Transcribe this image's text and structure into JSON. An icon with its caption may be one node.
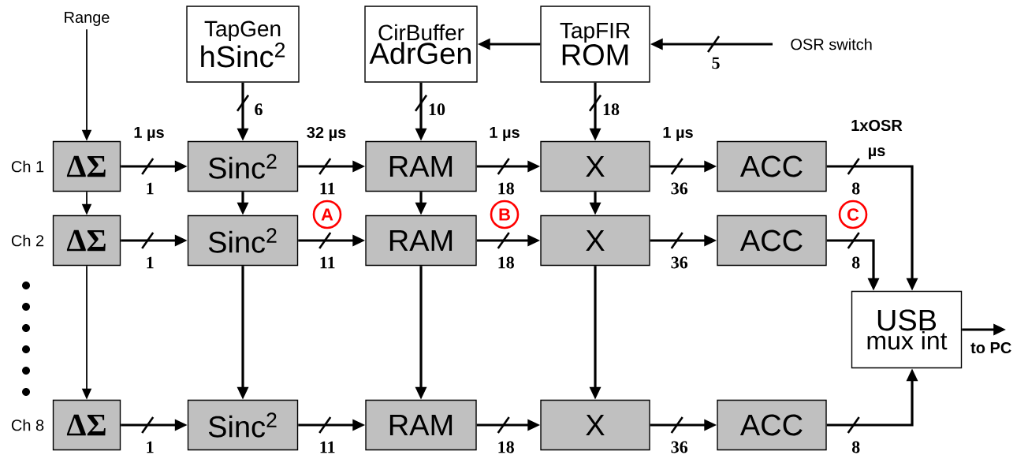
{
  "diagram": {
    "nodes": [
      {
        "text": [
          "Range"
        ]
      },
      {
        "text": [
          "TapGen",
          "hSinc$^{2}$"
        ]
      },
      {
        "text": [
          "CirBuffer",
          "AdrGen"
        ]
      },
      {
        "text": [
          "TapFIR",
          "ROM"
        ]
      },
      {
        "text": [
          "OSR switch"
        ]
      },
      {
        "text": [
          "ΔΣ"
        ]
      },
      {
        "text": [
          "Sinc$^{2}$"
        ]
      },
      {
        "text": [
          "RAM"
        ]
      },
      {
        "text": [
          "X"
        ]
      },
      {
        "text": [
          "ACC"
        ]
      },
      {
        "text": [
          "ΔΣ"
        ]
      },
      {
        "text": [
          "Sinc$^{2}$"
        ]
      },
      {
        "text": [
          "RAM"
        ]
      },
      {
        "text": [
          "X"
        ]
      },
      {
        "text": [
          "ACC"
        ]
      },
      {
        "text": [
          "ΔΣ"
        ]
      },
      {
        "text": [
          "Sinc$^{2}$"
        ]
      },
      {
        "text": [
          "RAM"
        ]
      },
      {
        "text": [
          "X"
        ]
      },
      {
        "text": [
          "ACC"
        ]
      },
      {
        "text": [
          "USB",
          "mux int"
        ]
      }
    ],
    "edges": [
      {
        "from": 0,
        "to": 5,
        "arrow": "to"
      },
      {
        "from": 1,
        "to": 6,
        "arrow": "to",
        "label": "6"
      },
      {
        "from": 2,
        "to": 7,
        "arrow": "to",
        "label": "10"
      },
      {
        "from": 3,
        "to": 8,
        "arrow": "to",
        "label": "18"
      },
      {
        "from": 3,
        "to": 2,
        "arrow": "to"
      },
      {
        "from": 4,
        "to": 3,
        "arrow": "to",
        "label": "5"
      },
      {
        "from": 5,
        "to": 6,
        "arrow": "to",
        "label": "1"
      },
      {
        "from": 6,
        "to": 7,
        "arrow": "to",
        "label": "11"
      },
      {
        "from": 7,
        "to": 8,
        "arrow": "to",
        "label": "18"
      },
      {
        "from": 8,
        "to": 9,
        "arrow": "to",
        "label": "36"
      },
      {
        "from": 9,
        "to": 20,
        "arrow": "to",
        "label": "8"
      },
      {
        "from": 5,
        "to": 10,
        "arrow": "to"
      },
      {
        "from": 6,
        "to": 11,
        "arrow": "to"
      },
      {
        "from": 7,
        "to": 12,
        "arrow": "to"
      },
      {
        "from": 8,
        "to": 13,
        "arrow": "to"
      },
      {
        "from": 10,
        "to": 11,
        "arrow": "to",
        "label": "1"
      },
      {
        "from": 11,
        "to": 12,
        "arrow": "to",
        "label": "11"
      },
      {
        "from": 12,
        "to": 13,
        "arrow": "to",
        "label": "18"
      },
      {
        "from": 13,
        "to": 14,
        "arrow": "to",
        "label": "36"
      },
      {
        "from": 14,
        "to": 20,
        "arrow": "to",
        "label": "8"
      },
      {
        "from": 10,
        "to": 15,
        "arrow": "to"
      },
      {
        "from": 11,
        "to": 16,
        "arrow": "to"
      },
      {
        "from": 12,
        "to": 17,
        "arrow": "to"
      },
      {
        "from": 13,
        "to": 18,
        "arrow": "to"
      },
      {
        "from": 15,
        "to": 16,
        "arrow": "to",
        "label": "1"
      },
      {
        "from": 16,
        "to": 17,
        "arrow": "to",
        "label": "11"
      },
      {
        "from": 17,
        "to": 18,
        "arrow": "to",
        "label": "18"
      },
      {
        "from": 18,
        "to": 19,
        "arrow": "to",
        "label": "36"
      },
      {
        "from": 19,
        "to": 20,
        "arrow": "to",
        "label": "8"
      },
      {
        "from": 20,
        "to": null,
        "arrow": "to",
        "label": "to PC"
      }
    ],
    "labels": [
      "1 µs",
      "32 µs",
      "1 µs",
      "1 µs",
      "1xOSR µs",
      "Ch 1",
      "A",
      "B",
      "C",
      "Ch 2",
      "Ch 8"
    ]
  }
}
